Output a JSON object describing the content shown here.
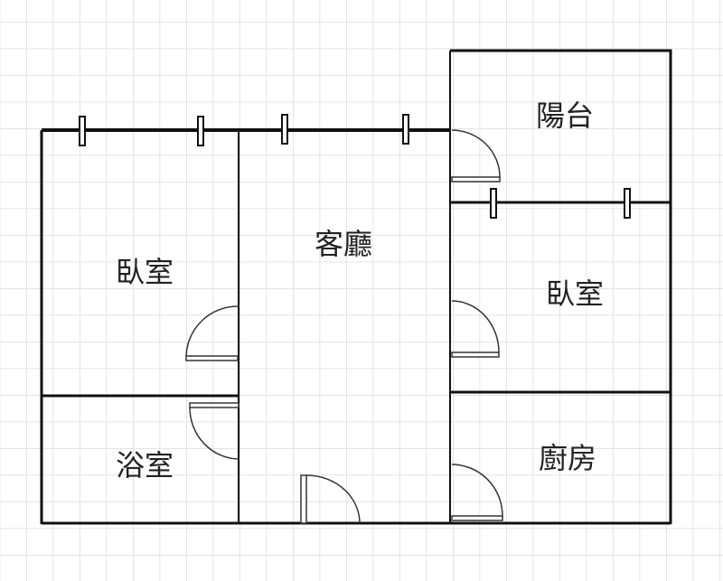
{
  "rooms": {
    "balcony": "陽台",
    "bedroom_left": "臥室",
    "living_room": "客廳",
    "bedroom_right": "臥室",
    "bathroom": "浴室",
    "kitchen": "廚房"
  },
  "colors": {
    "wall": "#111111",
    "grid": "#dddddd",
    "background": "#ffffff"
  }
}
